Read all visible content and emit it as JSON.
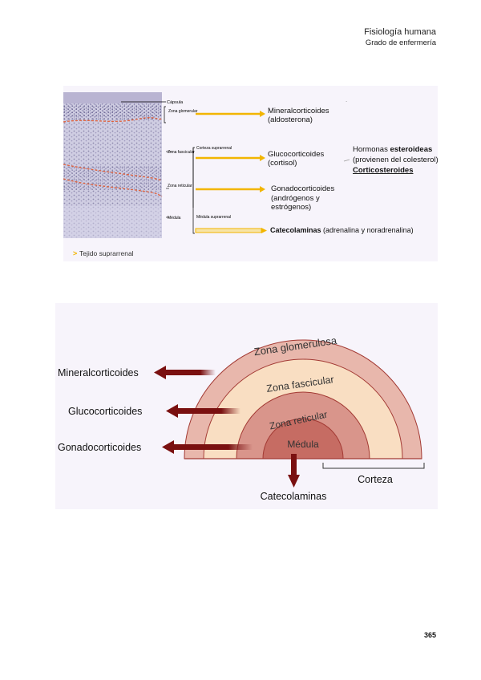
{
  "header": {
    "title": "Fisiología humana",
    "subtitle": "Grado de enfermería"
  },
  "figure1": {
    "labels": {
      "capsule": "Cápsula",
      "zona_glomerular": "Zona glomerular",
      "corteza_suprarrenal": "Corteza suprarrenal",
      "zona_fascicular": "Zona fascicular",
      "zona_reticular": "Zona reticular",
      "medula": "Médula",
      "medula_suprarrenal": "Médula suprarrenal"
    },
    "outputs": {
      "mineralo_line1": "Mineralcorticoides",
      "mineralo_line2": "(aldosterona)",
      "gluco_line1": "Glucocorticoides",
      "gluco_line2": "(cortisol)",
      "gonado_line1": "Gonadocorticoides",
      "gonado_line2": "(andrógenos y",
      "gonado_line3": "estrógenos)",
      "catecol_bold": "Catecolaminas",
      "catecol_rest": " (adrenalina y noradrenalina)"
    },
    "side_note": {
      "line1_pre": "Hormonas ",
      "line1_bold": "esteroideas",
      "line2": "(provienen del colesterol)",
      "line3": "Corticosteroides"
    },
    "caption": "Tejido suprarrenal",
    "colors": {
      "arrow": "#f2b500",
      "dash": "#e0603a"
    }
  },
  "figure2": {
    "zones": {
      "glomerulosa": "Zona glomerulosa",
      "fascicular": "Zona fascicular",
      "reticular": "Zona reticular",
      "medula": "Médula"
    },
    "hormones": {
      "mineral": "Mineralcorticoides",
      "gluco": "Glucocorticoides",
      "gonado": "Gonadocorticoides",
      "catecol": "Catecolaminas"
    },
    "corteza": "Corteza",
    "colors": {
      "glomerulosa": "#e8b7ac",
      "fascicular": "#f9dec2",
      "reticular": "#d9958b",
      "medula": "#c66c63",
      "border": "#a33a34",
      "arrow": "#7a1010"
    }
  },
  "page_number": "365"
}
